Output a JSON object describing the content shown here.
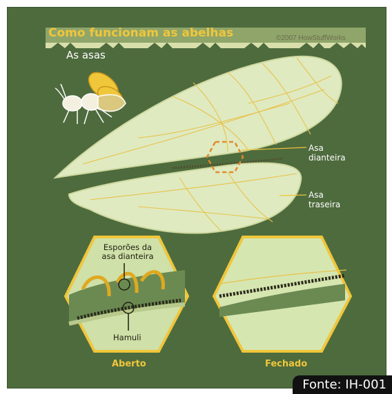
{
  "header": {
    "title": "Como funcionam as abelhas",
    "subtitle": "As asas",
    "copyright": "©2007 HowStuffWorks"
  },
  "labels": {
    "forewing_line1": "Asa",
    "forewing_line2": "dianteira",
    "hindwing_line1": "Asa",
    "hindwing_line2": "traseira"
  },
  "detail": {
    "spurs_line1": "Esporões da",
    "spurs_line2": "asa dianteira",
    "hamuli": "Hamuli",
    "open_caption": "Aberto",
    "closed_caption": "Fechado"
  },
  "source": "Fonte: IH-001",
  "colors": {
    "background": "#4e6b3d",
    "accent": "#f0c63a",
    "wing": "#dfeac0",
    "highlight": "#e08a2e"
  }
}
